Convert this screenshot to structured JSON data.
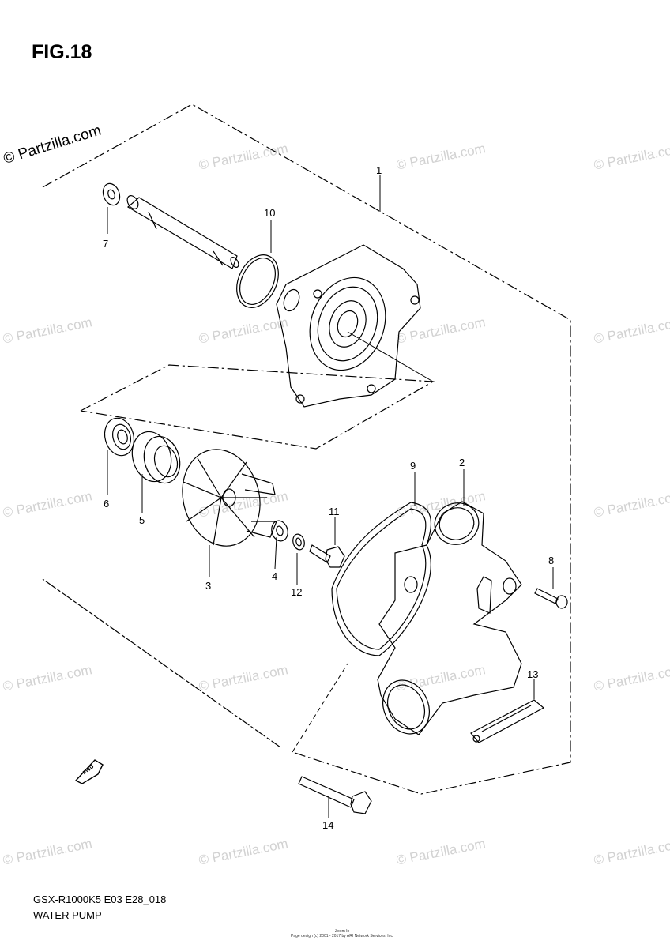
{
  "figure": {
    "title": "FIG.18",
    "model_code": "GSX-R1000K5 E03 E28_018",
    "assembly_name": "WATER PUMP",
    "footer_line1": "Zoom In",
    "footer_line2": "Page design (c) 2001 - 2017 by ARI Network Services, Inc."
  },
  "watermark": {
    "text": "© Partzilla.com"
  },
  "callouts": [
    {
      "label": "1",
      "part": "water pump assembly"
    },
    {
      "label": "2",
      "part": "pump case"
    },
    {
      "label": "3",
      "part": "impeller"
    },
    {
      "label": "4",
      "part": "washer"
    },
    {
      "label": "5",
      "part": "mechanical seal"
    },
    {
      "label": "6",
      "part": "oil seal"
    },
    {
      "label": "7",
      "part": "washer"
    },
    {
      "label": "8",
      "part": "screw"
    },
    {
      "label": "9",
      "part": "o-ring"
    },
    {
      "label": "10",
      "part": "o-ring"
    },
    {
      "label": "11",
      "part": "bolt"
    },
    {
      "label": "12",
      "part": "washer"
    },
    {
      "label": "13",
      "part": "clamp"
    },
    {
      "label": "14",
      "part": "bolt"
    }
  ],
  "fwd_label": "FWD",
  "colors": {
    "line": "#000000",
    "watermark": "#d2d2d2"
  }
}
